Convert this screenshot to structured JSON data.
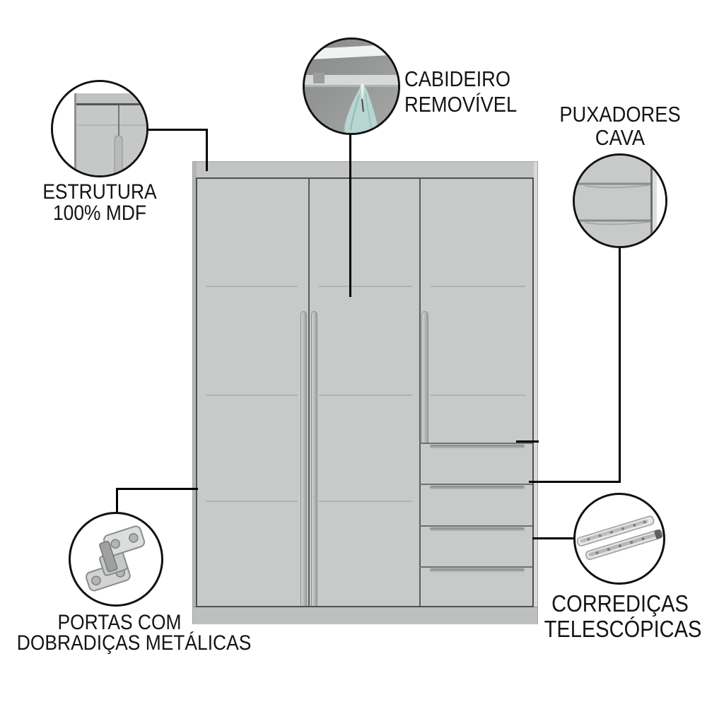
{
  "palette": {
    "background": "#ffffff",
    "connector_line": "#000000",
    "cabinet_gray": "#c8cac9",
    "cabinet_trim_gray": "#c2c4c3",
    "edge_dark": "#4f5150",
    "garment_teal": "#b7d5d1",
    "label_text": "#141414"
  },
  "callouts": {
    "estrutura": {
      "line1": "ESTRUTURA",
      "line2": "100% MDF",
      "icon": "mdf-corner-closeup"
    },
    "cabideiro": {
      "line1": "CABIDEIRO",
      "line2": "REMOVÍVEL",
      "icon": "hanger-rod-closeup"
    },
    "puxadores": {
      "line1": "PUXADORES",
      "line2": "CAVA",
      "icon": "recessed-handle-closeup"
    },
    "portas": {
      "line1": "PORTAS COM",
      "line2": "DOBRADIÇAS METÁLICAS",
      "icon": "metal-hinge"
    },
    "corredicas": {
      "line1": "CORREDIÇAS",
      "line2": "TELESCÓPICAS",
      "icon": "telescopic-drawer-slides"
    }
  },
  "product": {
    "doors": 3,
    "drawers": 4
  }
}
